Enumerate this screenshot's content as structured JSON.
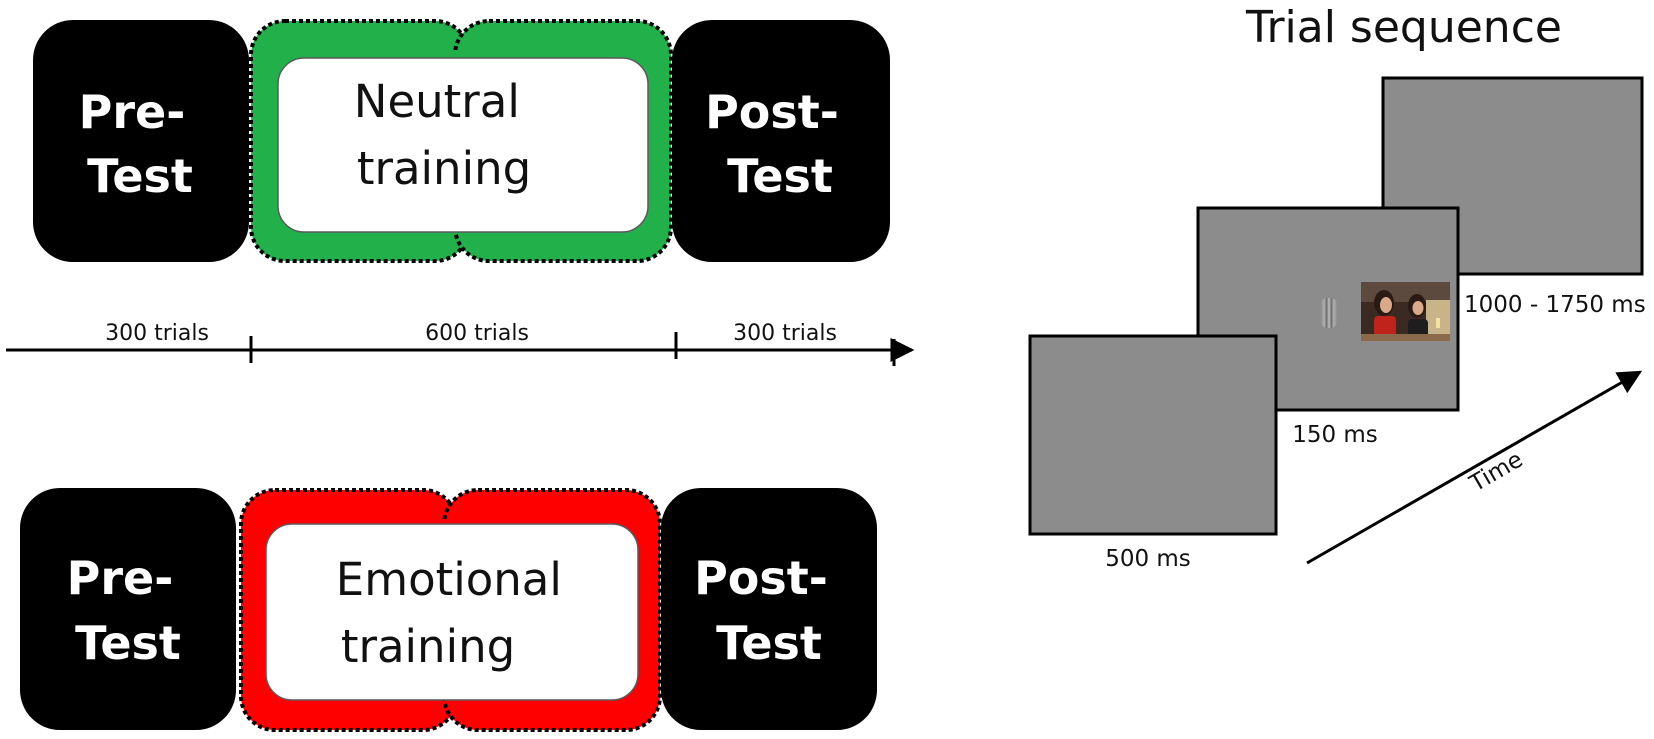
{
  "colors": {
    "block_fill": "#000000",
    "neutral_frame": "#22b04b",
    "emotional_frame": "#ff0000",
    "screen_fill": "#8c8c8c"
  },
  "neutral_protocol": {
    "pre_test": [
      "Pre-",
      "Test"
    ],
    "training": [
      "Neutral",
      "training"
    ],
    "post_test": [
      "Post-",
      "Test"
    ]
  },
  "emotional_protocol": {
    "pre_test": [
      "Pre-",
      "Test"
    ],
    "training": [
      "Emotional",
      "training"
    ],
    "post_test": [
      "Post-",
      "Test"
    ]
  },
  "timeline": {
    "segments": [
      "300 trials",
      "600 trials",
      "300 trials"
    ]
  },
  "trial_sequence": {
    "title": "Trial sequence",
    "screens": [
      {
        "duration": "500 ms"
      },
      {
        "duration": "150 ms"
      },
      {
        "duration": "1000 - 1750 ms"
      }
    ],
    "time_label": "Time"
  }
}
